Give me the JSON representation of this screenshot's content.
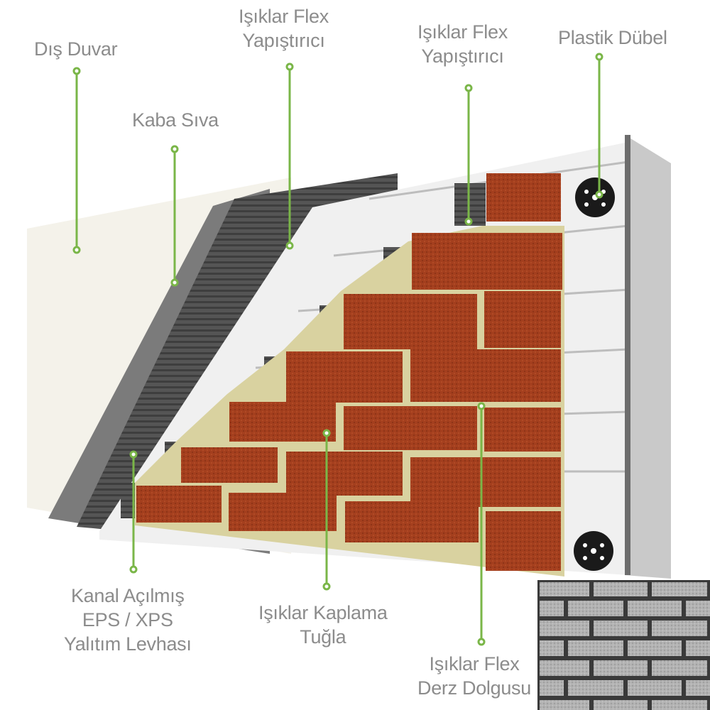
{
  "labels": {
    "dis_duvar": [
      "Dış Duvar"
    ],
    "kaba_siva": [
      "Kaba Sıva"
    ],
    "flex_yapistirici_1": [
      "Işıklar Flex",
      "Yapıştırıcı"
    ],
    "flex_yapistirici_2": [
      "Işıklar Flex",
      "Yapıştırıcı"
    ],
    "plastik_dubel": [
      "Plastik Dübel"
    ],
    "eps_levha": [
      "Kanal Açılmış",
      "EPS / XPS",
      "Yalıtım Levhası"
    ],
    "kaplama_tugla": [
      "Işıklar Kaplama",
      "Tuğla"
    ],
    "derz_dolgusu": [
      "Işıklar Flex",
      "Derz Dolgusu"
    ]
  },
  "colors": {
    "leader_line": "#7ab648",
    "label_text": "#8c8c8c",
    "brick": "#a8401f",
    "joint": "#d9d2a0",
    "plaster": "#7a7a7a",
    "adhesive": "#4a4a4a",
    "insulation": "#f2f2f2",
    "wall": "#f4f2ea"
  },
  "icons": {
    "dowel": "plastic-dowel-icon",
    "swatch": "grey-brick-swatch"
  }
}
